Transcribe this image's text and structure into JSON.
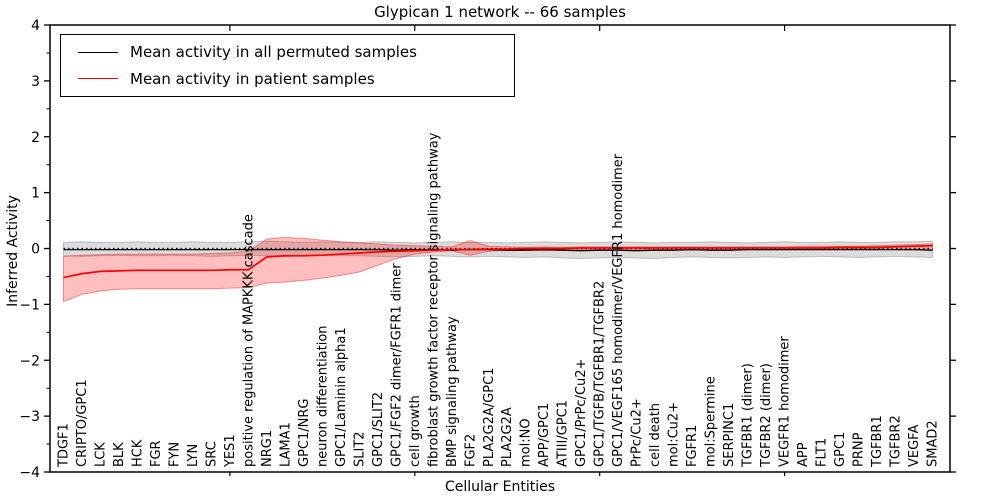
{
  "title": "Glypican 1 network -- 66 samples",
  "legend": {
    "position": "upper-left",
    "items": [
      {
        "swatch": "line",
        "color": "#000000"
      },
      {
        "swatch": "line",
        "color": "#ff0000"
      }
    ]
  },
  "chart_data": {
    "type": "line",
    "title": "Glypican 1 network -- 66 samples",
    "xlabel": "Cellular Entities",
    "ylabel": "Inferred Activity",
    "ylim": [
      -4,
      4
    ],
    "yticks": [
      4,
      3,
      2,
      1,
      0,
      -1,
      -2,
      -3,
      -4
    ],
    "ytick_labels": [
      "4",
      "3",
      "2",
      "1",
      "0",
      "−1",
      "−2",
      "−3",
      "−4"
    ],
    "grid": false,
    "zero_line": {
      "y": 0,
      "style": "dotted",
      "color": "#000000"
    },
    "top_axis_tick_indices": [
      9,
      19,
      29,
      39
    ],
    "categories": [
      "TDGF1",
      "CRIPTO/GPC1",
      "LCK",
      "BLK",
      "HCK",
      "FGR",
      "FYN",
      "LYN",
      "SRC",
      "YES1",
      "positive regulation of MAPKKK cascade",
      "NRG1",
      "LAMA1",
      "GPC1/NRG",
      "neuron differentiation",
      "GPC1/Laminin alpha1",
      "SLIT2",
      "GPC1/SLIT2",
      "GPC1/FGF2 dimer/FGFR1 dimer",
      "cell growth",
      "fibroblast growth factor receptor signaling pathway",
      "BMP signaling pathway",
      "FGF2",
      "PLA2G2A/GPC1",
      "PLA2G2A",
      "mol:NO",
      "APP/GPC1",
      "ATIII/GPC1",
      "GPC1/PrPc/Cu2+",
      "GPC1/TGFB/TGFBR1/TGFBR2",
      "GPC1/VEGF165 homodimer/VEGFR1 homodimer",
      "PrPc/Cu2+",
      "cell death",
      "mol:Cu2+",
      "FGFR1",
      "mol:Spermine",
      "SERPINC1",
      "TGFBR1 (dimer)",
      "TGFBR2 (dimer)",
      "VEGFR1 homodimer",
      "APP",
      "FLT1",
      "GPC1",
      "PRNP",
      "TGFBR1",
      "TGFBR2",
      "VEGFA",
      "SMAD2"
    ],
    "series": [
      {
        "name": "Mean activity in all permuted samples",
        "color": "#000000",
        "band_color": "rgba(130,130,130,0.28)",
        "band_edge": "rgba(80,80,80,0.30)",
        "values": [
          -0.02,
          -0.02,
          -0.02,
          -0.02,
          -0.02,
          -0.02,
          -0.02,
          -0.02,
          -0.02,
          -0.02,
          -0.02,
          -0.02,
          -0.02,
          -0.02,
          -0.02,
          -0.02,
          -0.02,
          -0.02,
          -0.03,
          -0.02,
          -0.02,
          -0.03,
          -0.02,
          -0.02,
          -0.03,
          -0.03,
          -0.02,
          -0.03,
          -0.04,
          -0.03,
          -0.03,
          -0.04,
          -0.03,
          -0.03,
          -0.02,
          -0.03,
          -0.03,
          -0.02,
          -0.02,
          -0.02,
          -0.02,
          -0.02,
          -0.02,
          -0.02,
          -0.02,
          -0.02,
          -0.02,
          -0.03
        ],
        "band_low": [
          -0.13,
          -0.14,
          -0.13,
          -0.12,
          -0.13,
          -0.13,
          -0.12,
          -0.13,
          -0.14,
          -0.13,
          -0.12,
          -0.13,
          -0.14,
          -0.13,
          -0.12,
          -0.13,
          -0.13,
          -0.14,
          -0.15,
          -0.14,
          -0.13,
          -0.14,
          -0.15,
          -0.14,
          -0.15,
          -0.16,
          -0.15,
          -0.17,
          -0.18,
          -0.17,
          -0.16,
          -0.17,
          -0.18,
          -0.16,
          -0.15,
          -0.16,
          -0.17,
          -0.16,
          -0.15,
          -0.16,
          -0.15,
          -0.14,
          -0.15,
          -0.16,
          -0.15,
          -0.14,
          -0.15,
          -0.16
        ],
        "band_high": [
          0.11,
          0.12,
          0.11,
          0.11,
          0.12,
          0.11,
          0.11,
          0.12,
          0.11,
          0.11,
          0.12,
          0.13,
          0.12,
          0.11,
          0.12,
          0.11,
          0.11,
          0.12,
          0.11,
          0.1,
          0.11,
          0.12,
          0.11,
          0.11,
          0.1,
          0.11,
          0.12,
          0.11,
          0.1,
          0.11,
          0.12,
          0.11,
          0.1,
          0.11,
          0.11,
          0.12,
          0.11,
          0.1,
          0.11,
          0.12,
          0.11,
          0.11,
          0.12,
          0.11,
          0.11,
          0.12,
          0.12,
          0.13
        ]
      },
      {
        "name": "Mean activity in patient samples",
        "color": "#ff0000",
        "band_color": "rgba(255,0,0,0.25)",
        "band_edge": "rgba(220,30,30,0.45)",
        "values": [
          -0.52,
          -0.45,
          -0.41,
          -0.4,
          -0.39,
          -0.39,
          -0.39,
          -0.39,
          -0.39,
          -0.38,
          -0.38,
          -0.15,
          -0.13,
          -0.13,
          -0.12,
          -0.1,
          -0.08,
          -0.06,
          -0.05,
          -0.04,
          -0.03,
          -0.02,
          -0.02,
          -0.01,
          -0.01,
          0.0,
          0.0,
          0.0,
          0.01,
          0.01,
          0.01,
          0.01,
          0.01,
          0.01,
          0.01,
          0.01,
          0.01,
          0.01,
          0.01,
          0.01,
          0.01,
          0.01,
          0.02,
          0.02,
          0.02,
          0.03,
          0.04,
          0.05
        ],
        "band_low": [
          -0.95,
          -0.82,
          -0.76,
          -0.73,
          -0.72,
          -0.72,
          -0.72,
          -0.72,
          -0.72,
          -0.71,
          -0.7,
          -0.62,
          -0.6,
          -0.57,
          -0.53,
          -0.48,
          -0.42,
          -0.3,
          -0.18,
          -0.1,
          -0.06,
          -0.04,
          -0.12,
          -0.05,
          -0.03,
          -0.03,
          -0.04,
          -0.03,
          -0.02,
          -0.02,
          -0.02,
          -0.02,
          -0.02,
          -0.02,
          -0.02,
          -0.02,
          -0.02,
          -0.02,
          -0.02,
          -0.02,
          -0.01,
          -0.01,
          -0.01,
          -0.01,
          -0.01,
          -0.02,
          -0.02,
          -0.03
        ],
        "band_high": [
          -0.14,
          -0.12,
          -0.11,
          -0.1,
          -0.1,
          -0.1,
          -0.1,
          -0.1,
          -0.09,
          -0.08,
          -0.05,
          0.17,
          0.2,
          0.18,
          0.15,
          0.12,
          0.1,
          0.08,
          0.06,
          0.05,
          0.04,
          0.03,
          0.14,
          0.04,
          0.03,
          0.02,
          0.03,
          0.02,
          0.03,
          0.03,
          0.03,
          0.03,
          0.03,
          0.03,
          0.03,
          0.03,
          0.03,
          0.03,
          0.03,
          0.03,
          0.04,
          0.04,
          0.04,
          0.04,
          0.05,
          0.06,
          0.07,
          0.08
        ]
      }
    ]
  }
}
